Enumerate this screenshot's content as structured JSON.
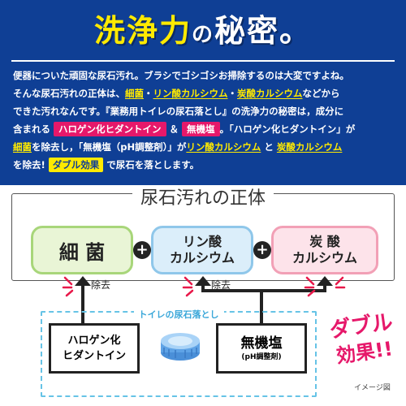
{
  "headline": {
    "main": "洗浄力",
    "particle": "の",
    "tail": "秘密",
    "dot": "。"
  },
  "body": {
    "line1": "便器についた頑固な尿石汚れ。ブラシでゴシゴシお掃除するのは大変ですよね。",
    "line2_a": "そんな尿石汚れの正体は、",
    "line2_bac": "細菌",
    "line2_sep1": "・",
    "line2_pho": "リン酸カルシウム",
    "line2_sep2": "・",
    "line2_car": "炭酸カルシウム",
    "line2_b": "などから",
    "line3": "できた汚れなんです。『業務用トイレの尿石落とし』の洗浄力の秘密は，成分に",
    "line4_a": "含まれる",
    "line4_tag1": "ハロゲン化ヒダントイン",
    "line4_amp": "＆",
    "line4_tag2": "無機塩",
    "line4_b": "。「ハロゲン化ヒダントイン」が",
    "line5_bac": "細菌",
    "line5_a": "を除去し，「無機塩（pH調整剤）」が",
    "line5_pho": "リン酸カルシウム",
    "line5_to": "と",
    "line5_car": "炭酸カルシウム",
    "line6_a": "を除去!",
    "line6_tag": "ダブル効果",
    "line6_b": "で尿石を落とします。"
  },
  "diagram": {
    "title": "尿石汚れの正体",
    "bacteria": "細 菌",
    "phosphate_l1": "リン酸",
    "phosphate_l2": "カルシウム",
    "carbonate_l1": "炭 酸",
    "carbonate_l2": "カルシウム",
    "plus": "+",
    "remove_left": "除去",
    "remove_right": "除去",
    "product_label": "トイレの尿石落とし",
    "halogen_l1": "ハロゲン化",
    "halogen_l2": "ヒダントイン",
    "inorganic": "無機塩",
    "inorganic_sub": "(pH調整剤)",
    "double_l1": "ダブル",
    "double_l2": "効果!!",
    "image_note": "イメージ図"
  },
  "colors": {
    "panel_blue": "#0f3f95",
    "yellow": "#ffea00",
    "magenta": "#e6186a",
    "burst_red": "#e8194a",
    "dash_blue": "#66c3e6"
  }
}
